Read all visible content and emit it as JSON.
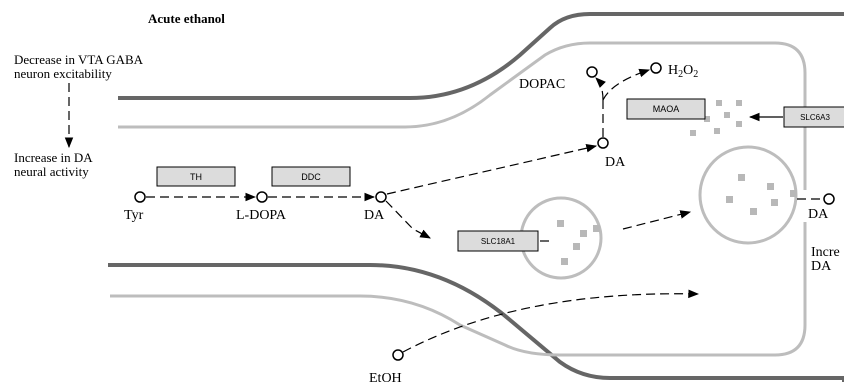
{
  "title": "Acute ethanol",
  "annotations": {
    "decrease_line1": "Decrease in VTA GABA",
    "decrease_line2": "neuron excitability",
    "increase_line1": "Increase in DA",
    "increase_line2": "neural activity",
    "right_partial_line1": "Incre",
    "right_partial_line2": "DA"
  },
  "genes": {
    "th": "TH",
    "ddc": "DDC",
    "slc18a1": "SLC18A1",
    "maoa": "MAOA",
    "slc6a3": "SLC6A3"
  },
  "compounds": {
    "tyr": "Tyr",
    "l_dopa": "L-DOPA",
    "da_presynaptic": "DA",
    "da_upper": "DA",
    "da_synaptic": "DA",
    "dopac": "DOPAC",
    "h2o2_main": "H",
    "h2o2_sub1": "2",
    "h2o2_mid": "O",
    "h2o2_sub2": "2",
    "etoh": "EtOH"
  },
  "colors": {
    "outer_membrane": "#666666",
    "inner_membrane": "#bdbdbd",
    "gene_fill": "#dcdcdc",
    "dots": "#b8b8b8"
  }
}
